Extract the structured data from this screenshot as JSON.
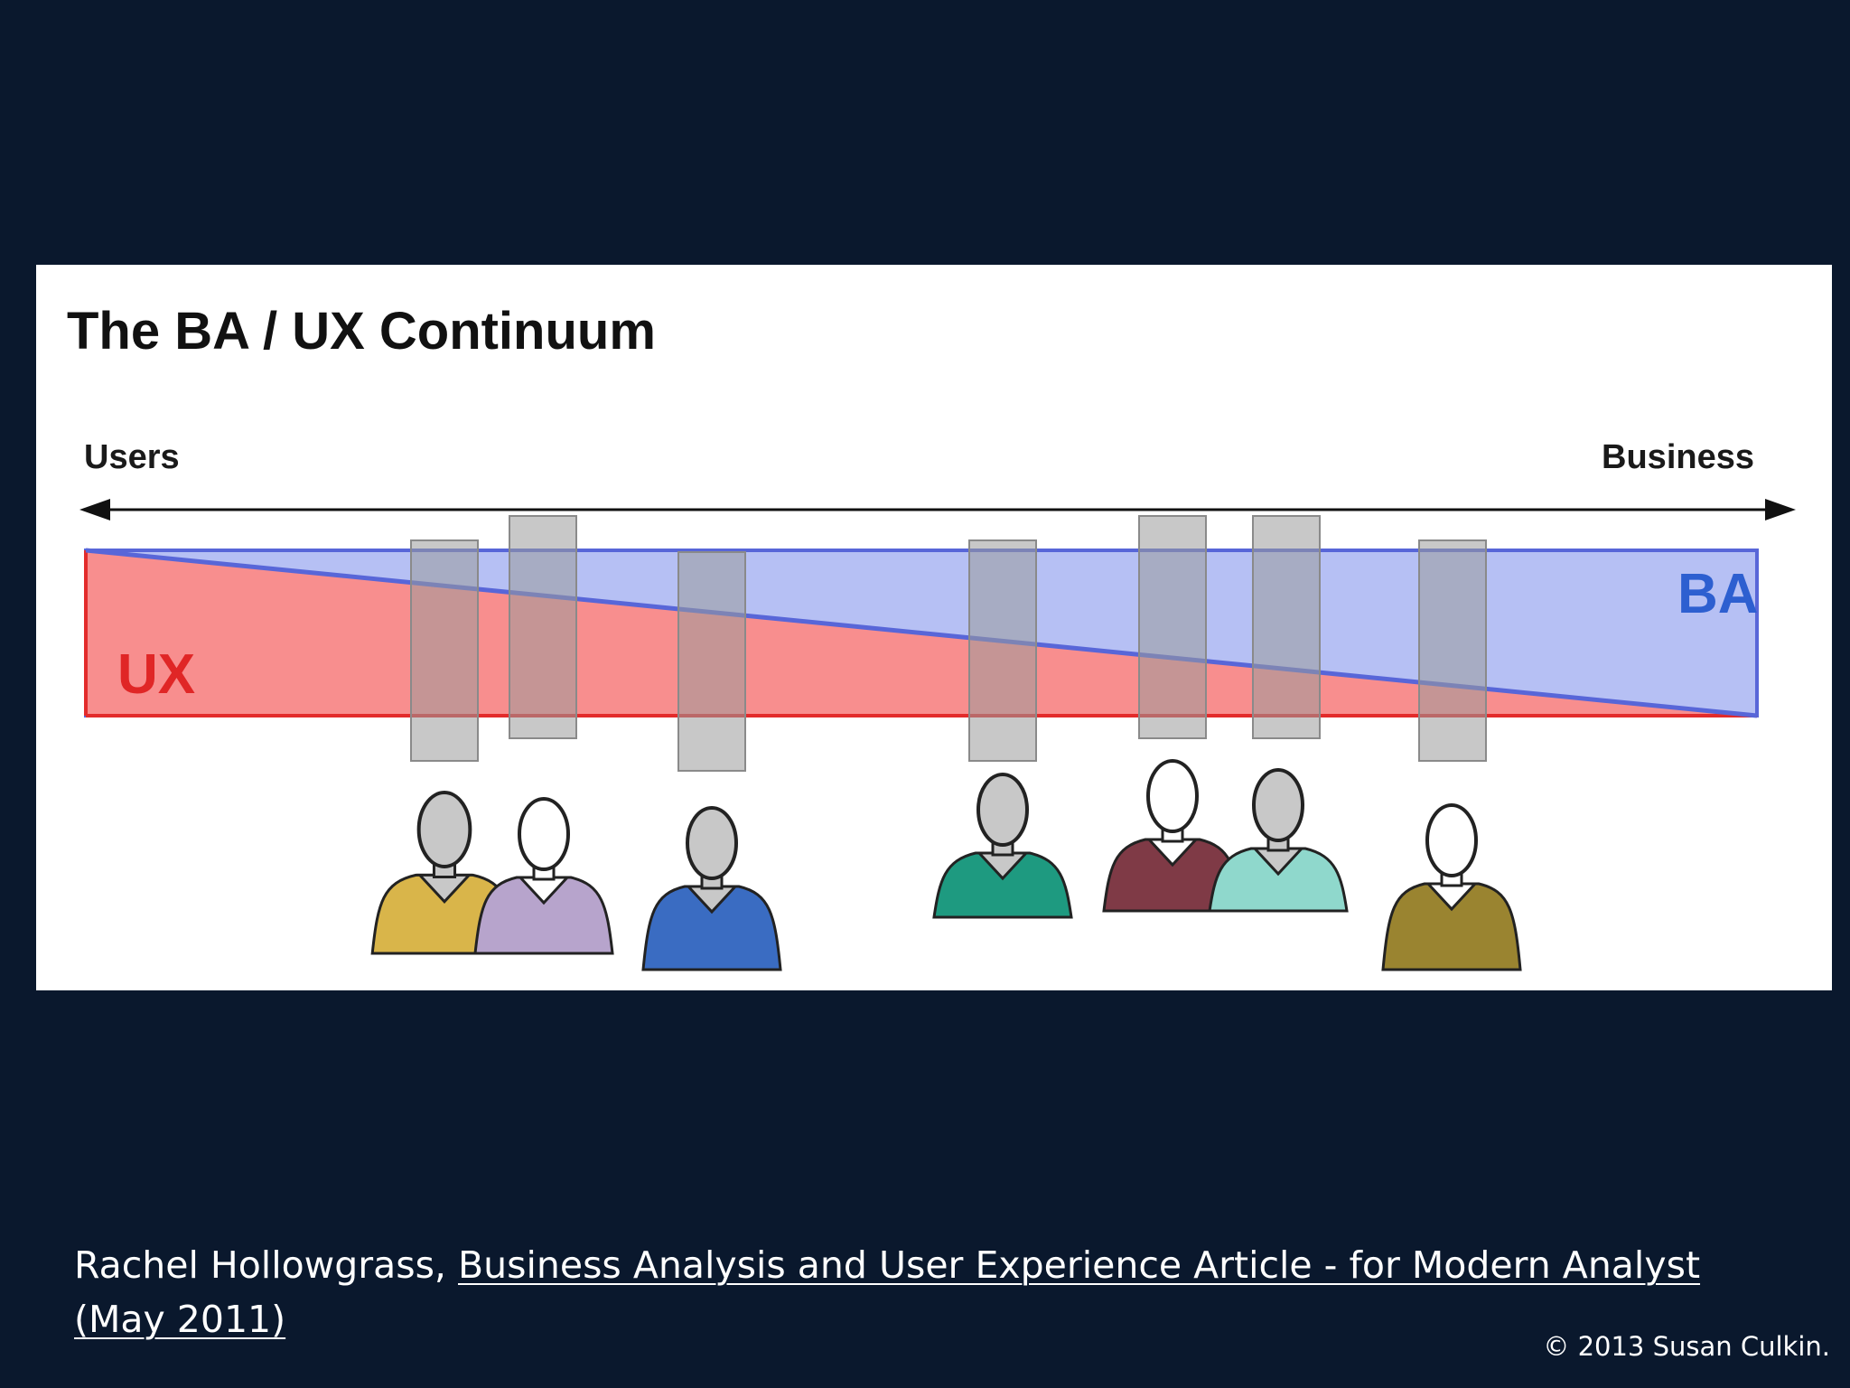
{
  "diagram": {
    "title": "The BA / UX Continuum",
    "left_end_label": "Users",
    "right_end_label": "Business",
    "ba_label": "BA",
    "ux_label": "UX",
    "colors": {
      "ba_fill": "#b6c0f4",
      "ba_stroke": "#5866d8",
      "ux_fill": "#f88e8e",
      "ux_stroke": "#e32b2b",
      "marker_fill": "#9b9b9b",
      "arrow": "#111111"
    },
    "people": [
      {
        "shirt": "#d9b54a",
        "head": "#c8c8c8"
      },
      {
        "shirt": "#b7a4cc",
        "head": "#ffffff"
      },
      {
        "shirt": "#3a6cc2",
        "head": "#c8c8c8"
      },
      {
        "shirt": "#1e9a80",
        "head": "#c8c8c8"
      },
      {
        "shirt": "#7f3a46",
        "head": "#ffffff"
      },
      {
        "shirt": "#8fd8cc",
        "head": "#c8c8c8"
      },
      {
        "shirt": "#9a8430",
        "head": "#ffffff"
      }
    ]
  },
  "citation": {
    "author": "Rachel Hollowgrass, ",
    "link_text": "Business Analysis and User Experience Article - for Modern Analyst",
    "date_text": " (May 2011)"
  },
  "copyright": "© 2013 Susan Culkin."
}
